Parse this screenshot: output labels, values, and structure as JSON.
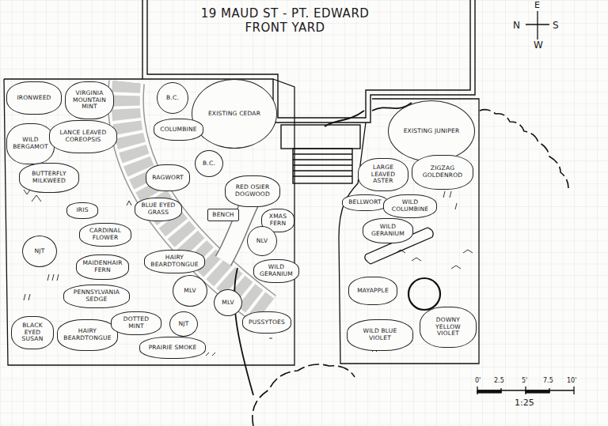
{
  "diagram": {
    "title": "19 MAUD ST - PT. EDWARD FRONT YARD",
    "nodes": [
      {
        "text": [
          "IRONWEED"
        ]
      },
      {
        "text": [
          "VIRGINIA MOUNTAIN MINT"
        ]
      },
      {
        "text": [
          "B.C."
        ]
      },
      {
        "text": [
          "EXISTING CEDAR"
        ]
      },
      {
        "text": [
          "EXISTING JUNIPER"
        ]
      },
      {
        "text": [
          "WILD BERGAMOT"
        ]
      },
      {
        "text": [
          "LANCE LEAVED COREOPSIS"
        ]
      },
      {
        "text": [
          "COLUMBINE"
        ]
      },
      {
        "text": [
          "LARGE LEAVED ASTER"
        ]
      },
      {
        "text": [
          "ZIGZAG GOLDENROD"
        ]
      },
      {
        "text": [
          "BUTTERFLY MILKWEED"
        ]
      },
      {
        "text": [
          "B.C."
        ]
      },
      {
        "text": [
          "RAGWORT"
        ]
      },
      {
        "text": [
          "RED OSIER DOGWOOD"
        ]
      },
      {
        "text": [
          "BENCH"
        ]
      },
      {
        "text": [
          "XMAS FERN"
        ]
      },
      {
        "text": [
          "BLUE EYED GRASS"
        ]
      },
      {
        "text": [
          "IRIS"
        ]
      },
      {
        "text": [
          "BELLWORT"
        ]
      },
      {
        "text": [
          "WILD COLUMBINE"
        ]
      },
      {
        "text": [
          "CARDINAL FLOWER"
        ]
      },
      {
        "text": [
          "NLV"
        ]
      },
      {
        "text": [
          "NJT"
        ]
      },
      {
        "text": [
          "WILD GERANIUM"
        ]
      },
      {
        "text": [
          "WILD GERANIUM"
        ]
      },
      {
        "text": [
          "MAIDENHAIR FERN"
        ]
      },
      {
        "text": [
          "HAIRY BEARDTONGUE"
        ]
      },
      {
        "text": [
          "MLV"
        ]
      },
      {
        "text": [
          "PENNSYLVANIA SEDGE"
        ]
      },
      {
        "text": [
          "MAYAPPLE"
        ]
      },
      {
        "text": [
          "MLV"
        ]
      },
      {
        "text": [
          "PUSSYTOES"
        ]
      },
      {
        "text": [
          "NJT"
        ]
      },
      {
        "text": [
          "BLACK EYED SUSAN"
        ]
      },
      {
        "text": [
          "HAIRY BEARDTONGUE"
        ]
      },
      {
        "text": [
          "DOTTED MINT"
        ]
      },
      {
        "text": [
          "DOWNY YELLOW VIOLET"
        ]
      },
      {
        "text": [
          "WILD BLUE VIOLET"
        ]
      },
      {
        "text": [
          "PRAIRIE SMOKE"
        ]
      }
    ],
    "labels": [
      "E",
      "N",
      "S",
      "W",
      "0'",
      "2.5",
      "5'",
      "7.5",
      "10'",
      "1:25"
    ]
  }
}
